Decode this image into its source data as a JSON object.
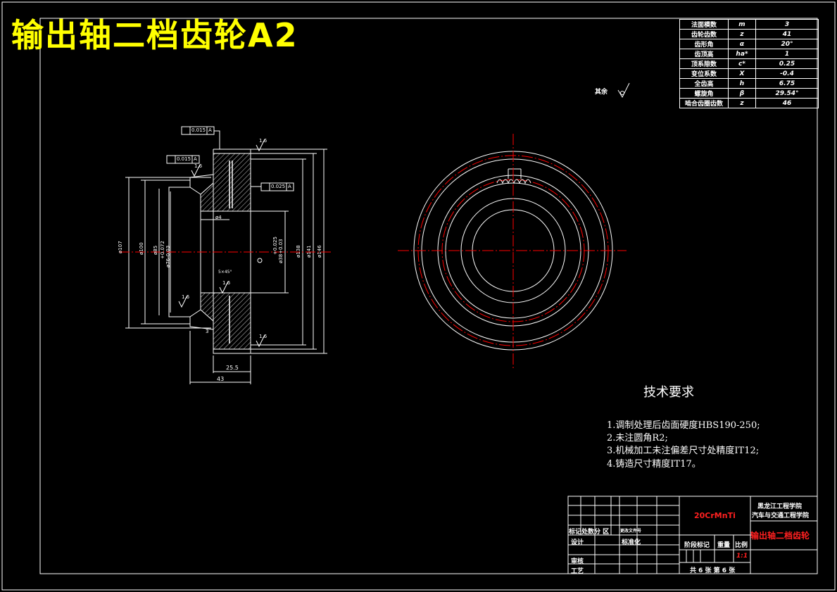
{
  "title": "输出轴二档齿轮A2",
  "param_table": [
    {
      "name": "法面模数",
      "symbol": "m",
      "value": "3"
    },
    {
      "name": "齿轮齿数",
      "symbol": "z",
      "value": "41"
    },
    {
      "name": "齿形角",
      "symbol": "α",
      "value": "20°"
    },
    {
      "name": "齿顶高",
      "symbol": "ha*",
      "value": "1"
    },
    {
      "name": "顶系隙数",
      "symbol": "c*",
      "value": "0.25"
    },
    {
      "name": "变位系数",
      "symbol": "X",
      "value": "-0.4"
    },
    {
      "name": "全齿高",
      "symbol": "h",
      "value": "6.75"
    },
    {
      "name": "螺旋角",
      "symbol": "β",
      "value": "29.54°"
    },
    {
      "name": "啮合齿圈齿数",
      "symbol": "z",
      "value": "46"
    }
  ],
  "rest_roughness": "其余",
  "tolerances": {
    "t1": "0.015",
    "t2": "0.015",
    "t3": "0.025",
    "datum": "A"
  },
  "roughness": {
    "r1": "1.6",
    "r2": "1.6",
    "r3": "1.6",
    "r4": "1.6",
    "r5": "1.6"
  },
  "dims": {
    "d107": "ø107",
    "d100": "ø100",
    "d85": "ø85",
    "d76": "ø76-0.03",
    "d76tol": "+0.072",
    "d4": "ø4",
    "d138": "ø138",
    "d141": "ø141",
    "d146": "ø146",
    "d38": "ø38+0.03",
    "d38tol": "+0.025",
    "w255": "25.5",
    "w43": "43",
    "w3": "3",
    "chamfer": "5×45°"
  },
  "requirements": {
    "title": "技术要求",
    "items": [
      "1.调制处理后齿面硬度HBS190-250;",
      "2.未注圆角R2;",
      "3.机械加工未注偏差尺寸处精度IT12;",
      "4.铸造尺寸精度IT17。"
    ]
  },
  "title_block": {
    "material": "20CrMnTi",
    "school1": "黑龙江工程学院",
    "school2": "汽车与交通工程学院",
    "part_name": "输出轴二档齿轮",
    "row1": "标记处数分 区",
    "row1b": "更改文件号",
    "design": "设计",
    "standard": "标准化",
    "stage": "阶段标记",
    "weight": "重量",
    "scale": "比例",
    "scale_val": "1:1",
    "review": "审核",
    "process": "工艺",
    "sheets": "共 6 张  第 6 张"
  },
  "colors": {
    "title": "#ffff00",
    "center_line": "#ff0000",
    "outline": "#ffffff"
  }
}
